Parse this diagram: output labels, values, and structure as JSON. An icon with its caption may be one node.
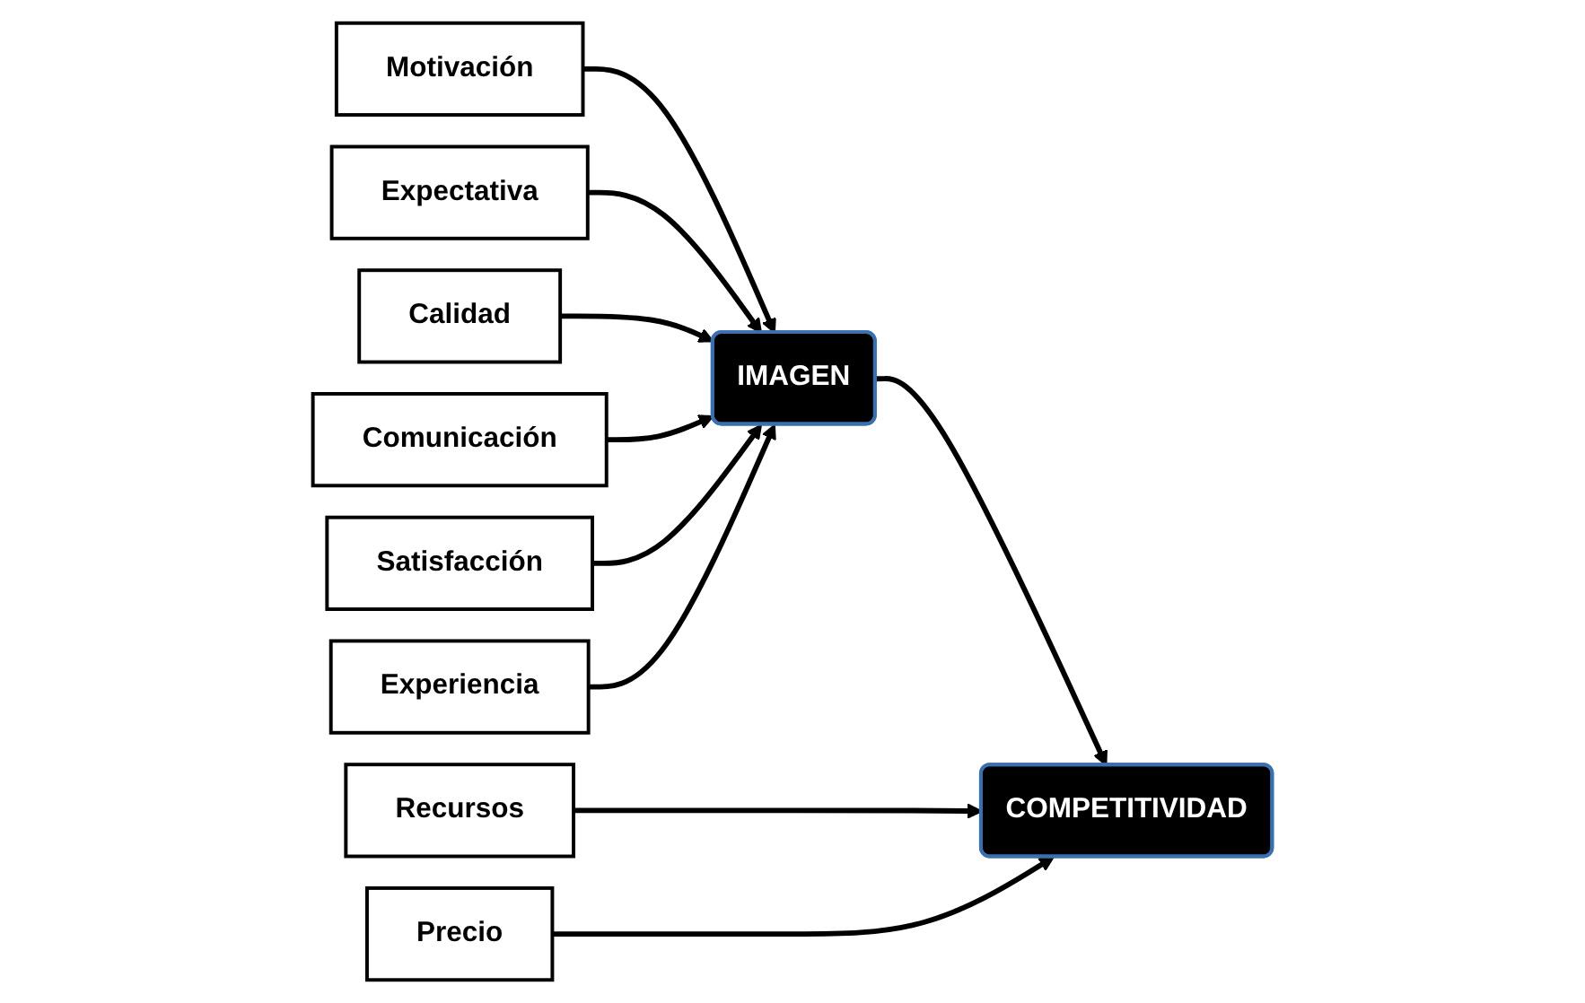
{
  "diagram": {
    "nodes": [
      {
        "text": [
          "IMAGEN"
        ]
      },
      {
        "text": [
          "COMPETITIVIDAD"
        ]
      },
      {
        "text": [
          "Motivación"
        ]
      },
      {
        "text": [
          "Expectativa"
        ]
      },
      {
        "text": [
          "Calidad"
        ]
      },
      {
        "text": [
          "Comunicación"
        ]
      },
      {
        "text": [
          "Satisfacción"
        ]
      },
      {
        "text": [
          "Experiencia"
        ]
      },
      {
        "text": [
          "Recursos"
        ]
      },
      {
        "text": [
          "Precio"
        ]
      }
    ],
    "edges": [
      {
        "from": 0,
        "to": 1,
        "arrow": "to"
      },
      {
        "from": 2,
        "to": 0,
        "arrow": "to"
      },
      {
        "from": 3,
        "to": 0,
        "arrow": "to"
      },
      {
        "from": 4,
        "to": 0,
        "arrow": "to"
      },
      {
        "from": 5,
        "to": 0,
        "arrow": "to"
      },
      {
        "from": 6,
        "to": 0,
        "arrow": "to"
      },
      {
        "from": 7,
        "to": 0,
        "arrow": "to"
      },
      {
        "from": 8,
        "to": 1,
        "arrow": "to"
      },
      {
        "from": 9,
        "to": 1,
        "arrow": "to"
      }
    ]
  }
}
